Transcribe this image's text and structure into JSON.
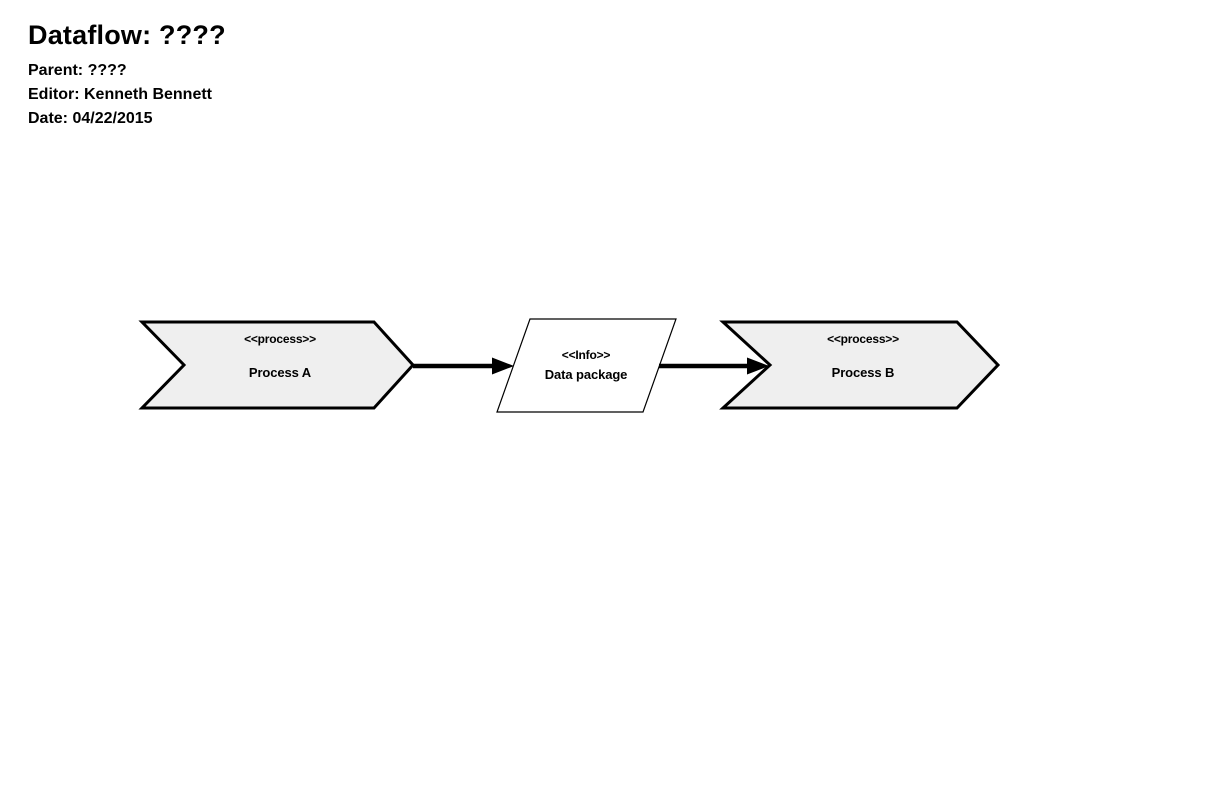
{
  "header": {
    "title": "Dataflow: ????",
    "parent": "Parent: ????",
    "editor": "Editor: Kenneth Bennett",
    "date": "Date: 04/22/2015"
  },
  "diagram": {
    "type": "dataflow-diagram",
    "nodes": [
      {
        "id": "process-a",
        "shape": "chevron-process",
        "stereotype": "<<process>>",
        "label": "Process A"
      },
      {
        "id": "data-package",
        "shape": "parallelogram",
        "stereotype": "<<Info>>",
        "label": "Data package"
      },
      {
        "id": "process-b",
        "shape": "chevron-process",
        "stereotype": "<<process>>",
        "label": "Process B"
      }
    ],
    "edges": [
      {
        "from": "Process A",
        "to": "Data package",
        "style": "solid-arrow"
      },
      {
        "from": "Data package",
        "to": "Process B",
        "style": "solid-arrow"
      }
    ],
    "colors": {
      "process_fill": "#efefef",
      "info_fill": "#ffffff",
      "stroke": "#000000",
      "arrow": "#000000",
      "background": "#ffffff",
      "text": "#000000"
    }
  }
}
